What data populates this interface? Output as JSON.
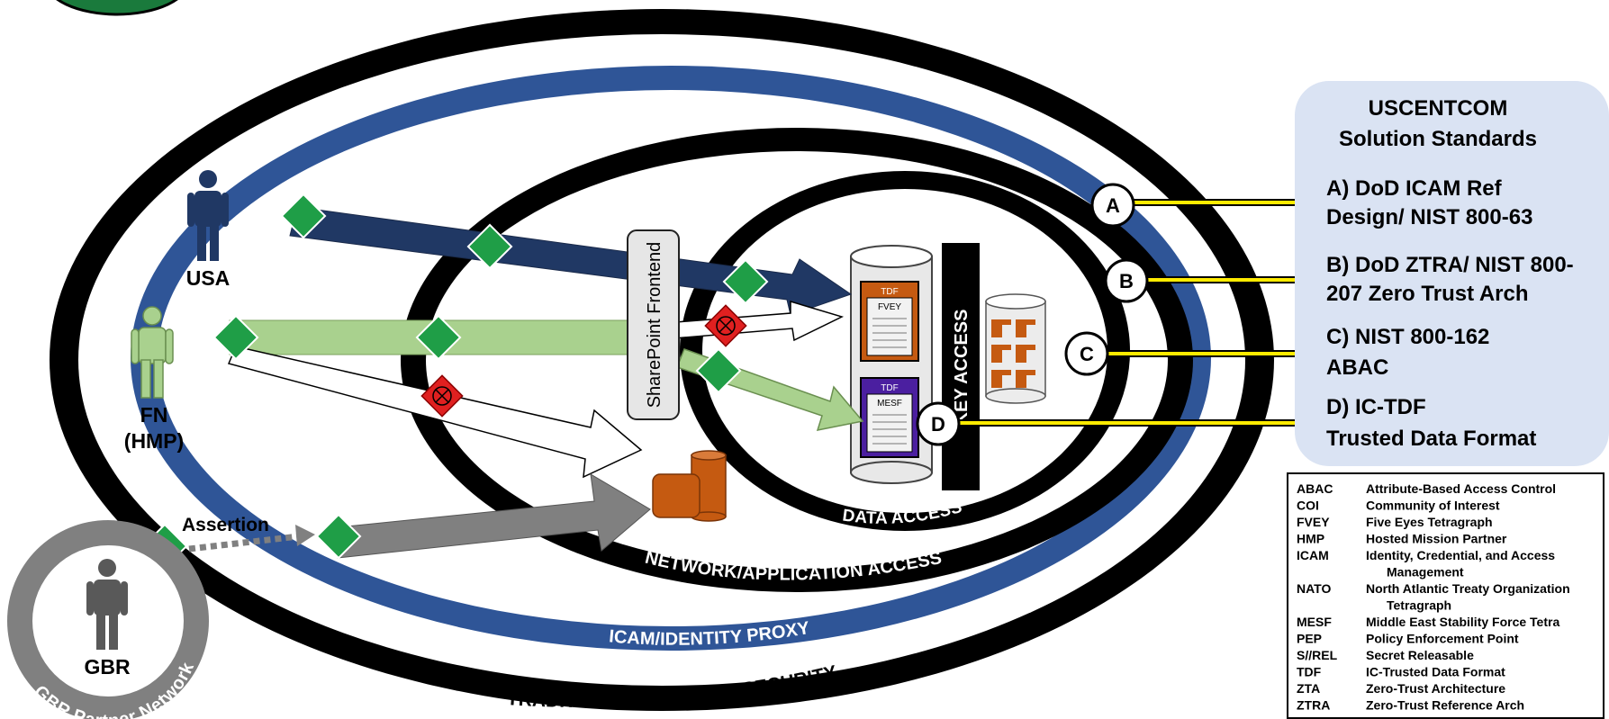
{
  "rings": {
    "traditional": "TRADITIONAL NETWORK SECURITY",
    "icam": "ICAM/IDENTITY PROXY",
    "network": "NETWORK/APPLICATION ACCESS",
    "data": "DATA ACCESS",
    "key": "KEY ACCESS"
  },
  "actors": {
    "usa": "USA",
    "fn_line1": "FN",
    "fn_line2": "(HMP)",
    "gbr": "GBR",
    "gbr_network": "GBR Partner Network",
    "assertion": "Assertion"
  },
  "frontend": {
    "label": "SharePoint Frontend"
  },
  "documents": {
    "tdf1_header": "TDF",
    "tdf1_label": "FVEY",
    "tdf2_header": "TDF",
    "tdf2_label": "MESF"
  },
  "markers": {
    "a": "A",
    "b": "B",
    "c": "C",
    "d": "D"
  },
  "standards": {
    "title_line1": "USCENTCOM",
    "title_line2": "Solution Standards",
    "a_line1": "A) DoD ICAM Ref",
    "a_line2": "Design/ NIST 800-63",
    "b_line1": "B) DoD ZTRA/ NIST 800-",
    "b_line2": "207 Zero Trust Arch",
    "c_line1": "C) NIST 800-162",
    "c_line2": "ABAC",
    "d_line1": "D) IC-TDF",
    "d_line2": "Trusted Data Format"
  },
  "glossary": [
    {
      "abbr": "ABAC",
      "def": "Attribute-Based Access Control"
    },
    {
      "abbr": "COI",
      "def": "Community of Interest"
    },
    {
      "abbr": "FVEY",
      "def": "Five Eyes Tetragraph"
    },
    {
      "abbr": "HMP",
      "def": "Hosted Mission Partner"
    },
    {
      "abbr": "ICAM",
      "def": "Identity, Credential, and Access"
    },
    {
      "abbr": "",
      "def": "Management"
    },
    {
      "abbr": "NATO",
      "def": "North Atlantic Treaty Organization"
    },
    {
      "abbr": "",
      "def": "Tetragraph"
    },
    {
      "abbr": "MESF",
      "def": "Middle East Stability Force Tetra"
    },
    {
      "abbr": "PEP",
      "def": "Policy Enforcement Point"
    },
    {
      "abbr": "S//REL",
      "def": "Secret Releasable"
    },
    {
      "abbr": "TDF",
      "def": "IC-Trusted Data Format"
    },
    {
      "abbr": "ZTA",
      "def": "Zero-Trust Architecture"
    },
    {
      "abbr": "ZTRA",
      "def": "Zero-Trust Reference Arch"
    }
  ],
  "colors": {
    "ring_black": "#000000",
    "ring_blue": "#2f5597",
    "navy_arrow": "#203864",
    "green_arrow": "#a9d18e",
    "gray_arrow": "#808080",
    "pep_green": "#1f9e47",
    "pep_red": "#e02020",
    "orange": "#c55a11",
    "panel_blue": "#dae3f3",
    "tdf_purple": "#4b1fa0"
  }
}
